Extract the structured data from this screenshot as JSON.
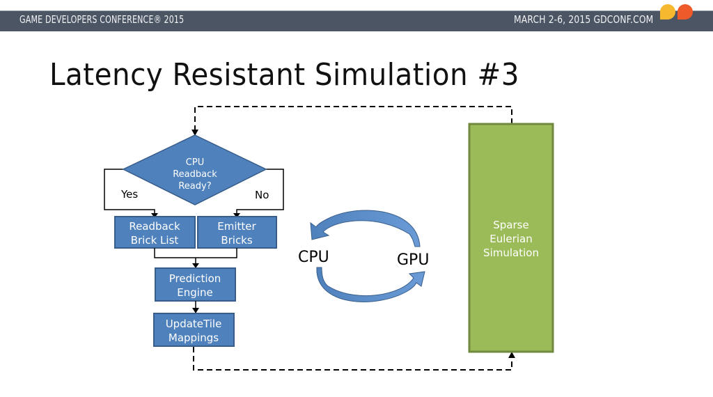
{
  "header": {
    "conference": "GAME DEVELOPERS CONFERENCE® 2015",
    "dates_site": "MARCH 2-6, 2015  GDCONF.COM",
    "logo_colors": [
      "#f5b82e",
      "#ef5a2a"
    ],
    "bar_color": "#4b5563"
  },
  "slide": {
    "title": "Latency Resistant Simulation #3"
  },
  "diagram": {
    "decision": {
      "lines": [
        "CPU",
        "Readback",
        "Ready?"
      ]
    },
    "branch_yes": "Yes",
    "branch_no": "No",
    "boxes": {
      "readback": [
        "Readback",
        "Brick List"
      ],
      "emitter": [
        "Emitter",
        "Bricks"
      ],
      "prediction": [
        "Prediction",
        "Engine"
      ],
      "update": [
        "UpdateTile",
        "Mappings"
      ]
    },
    "cycle": {
      "left": "CPU",
      "right": "GPU"
    },
    "simulation": [
      "Sparse",
      "Eulerian",
      "Simulation"
    ],
    "colors": {
      "blue_fill": "#4f81bd",
      "blue_stroke": "#385d8a",
      "green_fill": "#9bbb59",
      "green_stroke": "#71893f"
    }
  }
}
